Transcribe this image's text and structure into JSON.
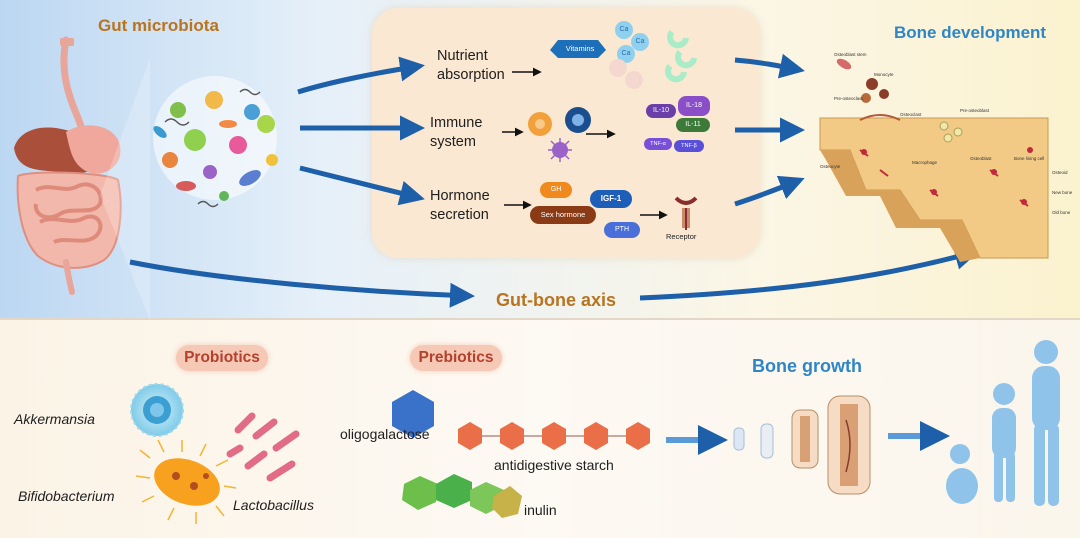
{
  "titles": {
    "gut_microbiota": "Gut microbiota",
    "bone_development": "Bone development",
    "gut_bone_axis": "Gut-bone axis",
    "bone_growth": "Bone growth"
  },
  "pathways": {
    "nutrient": [
      "Nutrient",
      "absorption"
    ],
    "immune": [
      "Immune",
      "system"
    ],
    "hormone": [
      "Hormone",
      "secretion"
    ]
  },
  "nutrient_chips": {
    "vitamins": "Vitamins",
    "ca": "Ca"
  },
  "cytokines": [
    "IL-10",
    "IL-18",
    "IL-11",
    "TNF-α",
    "TNF-β"
  ],
  "hormones": {
    "gh": "GH",
    "igf1": "IGF-1",
    "sex_hormone": "Sex hormone",
    "pth": "PTH",
    "receptor": "Receptor"
  },
  "bone_cells": {
    "osteoblast_stem": "Osteoblast stem",
    "monocyte": "Monocyte",
    "pre_osteoclast": "Pre-osteoclast",
    "osteoclast": "Osteoclast",
    "pre_osteoblast": "Pre-osteoblast",
    "osteocyte": "Osteocyte",
    "macrophage": "Macrophage",
    "osteoblast": "Osteoblast",
    "bone_lining_cell": "Bone lining cell",
    "osteoid": "Osteoid",
    "new_bone": "New bone",
    "old_bone": "Old bone"
  },
  "probiotics": {
    "title": "Probiotics",
    "akkermansia": "Akkermansia",
    "bifidobacterium": "Bifidobacterium",
    "lactobacillus": "Lactobacillus"
  },
  "prebiotics": {
    "title": "Prebiotics",
    "oligogalactose": "oligogalactose",
    "antidigestive_starch": "antidigestive starch",
    "inulin": "inulin"
  },
  "colors": {
    "orange_title": "#b8741f",
    "blue_title": "#2f86c6",
    "arrow_blue": "#1d5fa8",
    "pill": "#f5c9b5"
  }
}
